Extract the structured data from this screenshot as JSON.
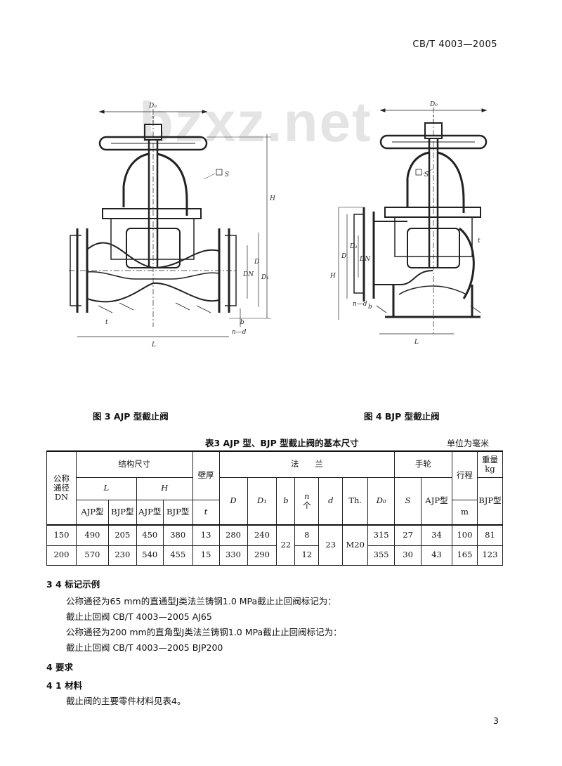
{
  "header": {
    "standard_no": "CB/T 4003—2005"
  },
  "watermark": "bzxz.net",
  "figures": {
    "fig3": {
      "caption": "图 3  AJP 型截止阀",
      "labels": {
        "d0": "D₀",
        "h": "H",
        "s": "S",
        "dn": "DN",
        "d": "D",
        "d1": "D₁",
        "nd": "n—d",
        "b": "b",
        "l": "L",
        "t": "t"
      }
    },
    "fig4": {
      "caption": "图 4  BJP 型截止阀",
      "labels": {
        "d0": "D₀",
        "h": "H",
        "s": "S",
        "d": "D",
        "d1": "D₁",
        "dn": "DN",
        "nd": "n—d",
        "b": "b",
        "l": "L",
        "t": "t"
      }
    }
  },
  "table": {
    "caption": "表3  AJP 型、BJP 型截止阀的基本尺寸",
    "unit": "单位为毫米",
    "headers": {
      "dn": "公称通径DN",
      "structure": "结构尺寸",
      "wall": "壁厚",
      "flange": "法　　兰",
      "handwheel": "手轮",
      "stroke": "行程",
      "weight": "重量 kg",
      "L": "L",
      "H": "H",
      "ajp": "AJP型",
      "bjp": "BJP型",
      "t": "t",
      "D": "D",
      "D1": "D₁",
      "b": "b",
      "n": "n",
      "n_unit": "个",
      "d": "d",
      "th": "Th.",
      "D0": "D₀",
      "S": "S",
      "m": "m"
    },
    "rows": [
      {
        "dn": "150",
        "l_ajp": "490",
        "l_bjp": "205",
        "h_ajp": "450",
        "h_bjp": "380",
        "t": "13",
        "D": "280",
        "D1": "240",
        "n": "8",
        "D0": "315",
        "S": "27",
        "m": "34",
        "w_ajp": "100",
        "w_bjp": "81"
      },
      {
        "dn": "200",
        "l_ajp": "570",
        "l_bjp": "230",
        "h_ajp": "540",
        "h_bjp": "455",
        "t": "15",
        "D": "330",
        "D1": "290",
        "n": "12",
        "D0": "355",
        "S": "30",
        "m": "43",
        "w_ajp": "165",
        "w_bjp": "123"
      }
    ],
    "shared": {
      "b": "22",
      "d": "23",
      "th": "M20"
    }
  },
  "body": {
    "s34_title": "3 4  标记示例",
    "ex1_desc": "公称通径为65 mm的直通型J类法兰铸钢1.0 MPa截止止回阀标记为：",
    "ex1_mark": "截止止回阀  CB/T 4003—2005  AJ65",
    "ex2_desc": "公称通径为200 mm的直角型J类法兰铸钢1.0 MPa截止止回阀标记为：",
    "ex2_mark": "截止止回阀  CB/T 4003—2005  BJP200",
    "s4_title": "4  要求",
    "s41_title": "4 1  材料",
    "s41_text": "截止阀的主要零件材料见表4。"
  },
  "footer": {
    "page": "3"
  }
}
